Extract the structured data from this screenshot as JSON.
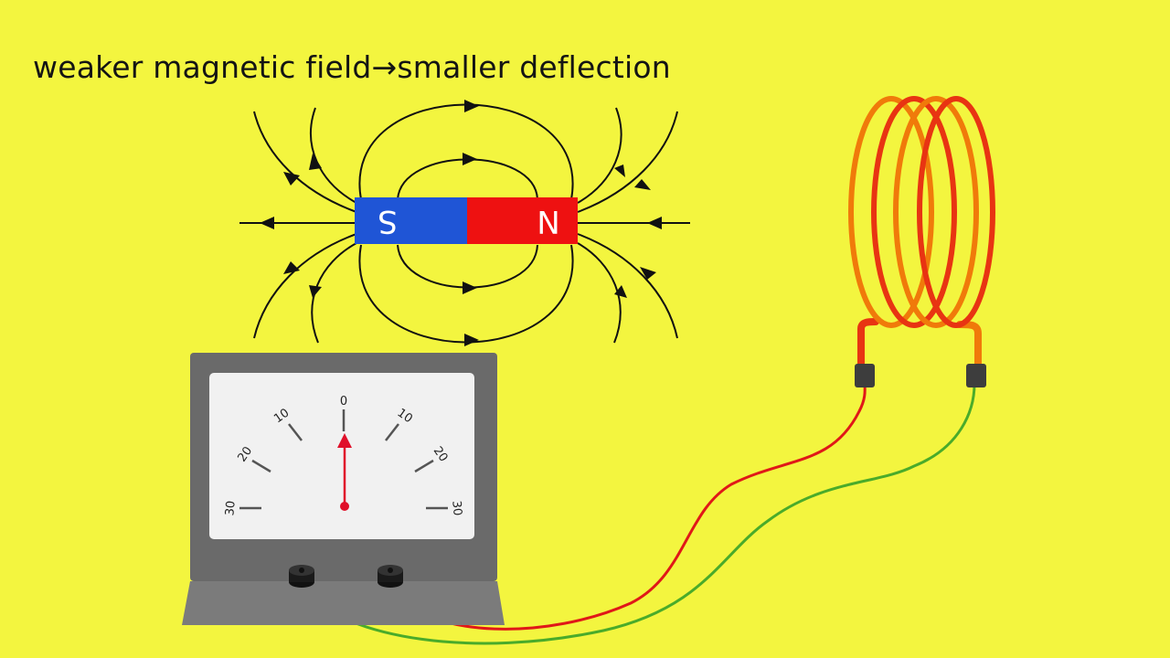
{
  "caption": "weaker magnetic field→smaller deflection",
  "magnet": {
    "south_label": "S",
    "north_label": "N",
    "south_color": "#1f55d6",
    "north_color": "#ee1111"
  },
  "galvanometer": {
    "scale_left": [
      "30",
      "20",
      "10"
    ],
    "scale_center": "0",
    "scale_right": [
      "10",
      "20",
      "30"
    ],
    "needle_reading": 0,
    "needle_color": "#e0102a",
    "case_color": "#6a6a6a"
  },
  "coil": {
    "turns": 4,
    "colors": [
      "#f07a0a",
      "#e83412"
    ]
  },
  "wires": {
    "colors": [
      "#e01818",
      "#4aab2a"
    ]
  }
}
